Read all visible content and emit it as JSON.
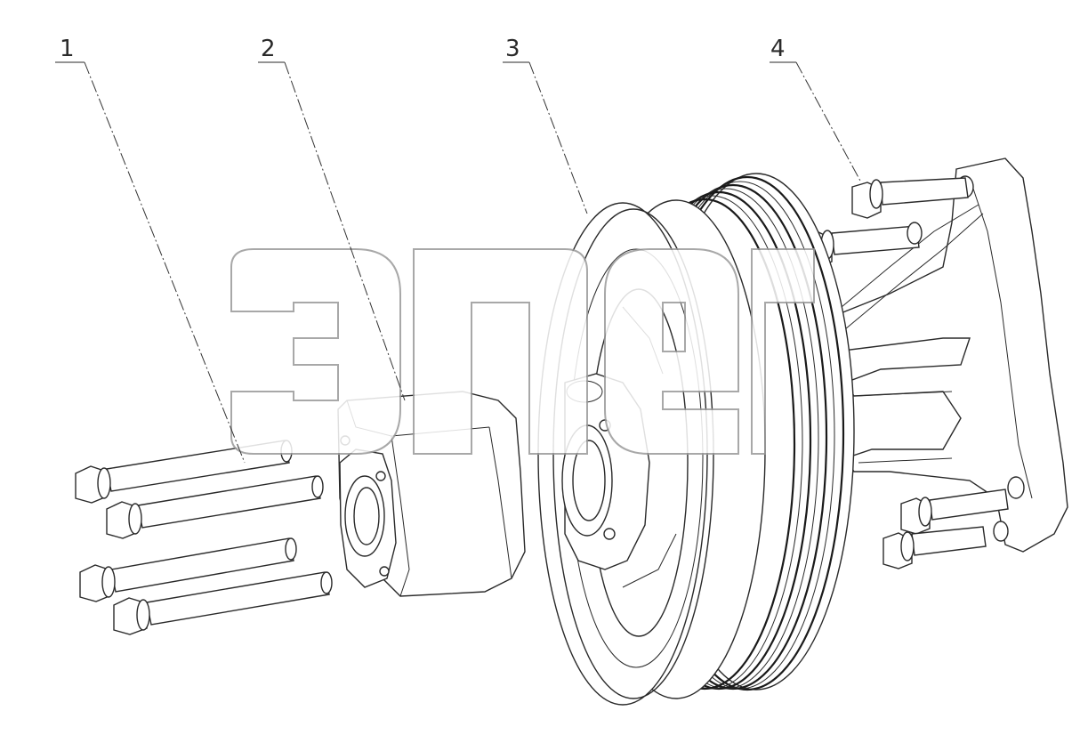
{
  "callouts": [
    {
      "id": "1",
      "label": "1"
    },
    {
      "id": "2",
      "label": "2"
    },
    {
      "id": "3",
      "label": "3"
    },
    {
      "id": "4",
      "label": "4"
    }
  ],
  "colors": {
    "line": "#2a2a2a",
    "background": "#ffffff",
    "watermark_outline": "#9a9a9a"
  }
}
